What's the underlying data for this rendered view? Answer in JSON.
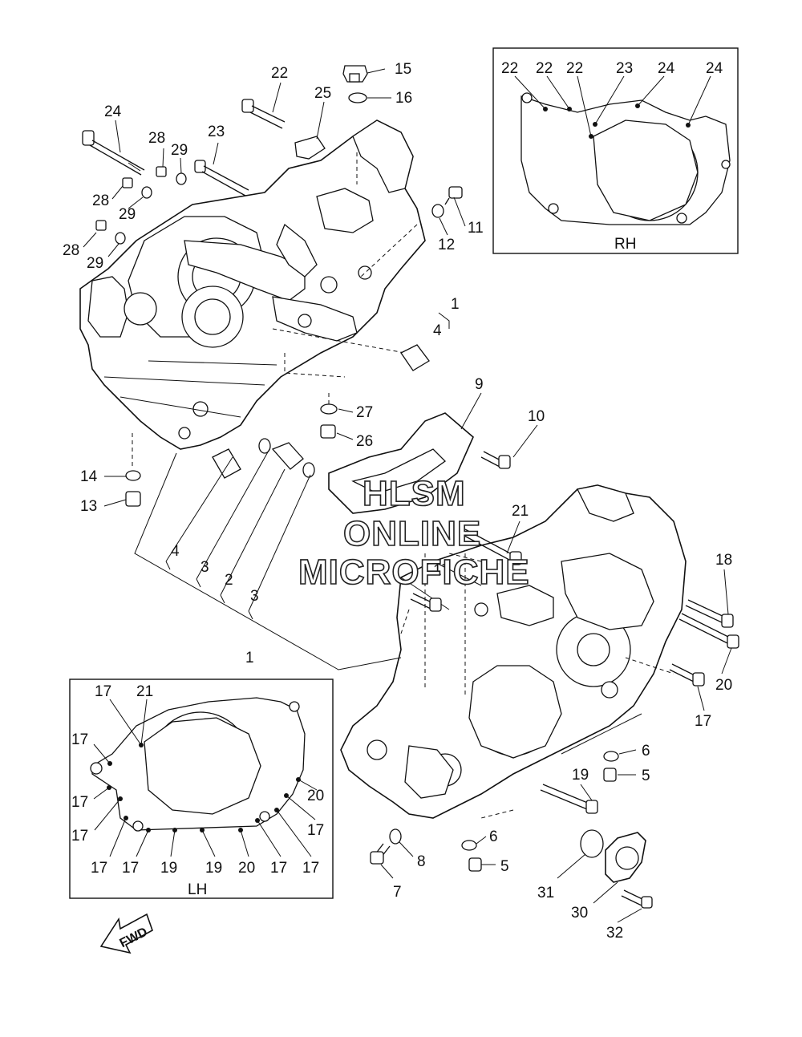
{
  "watermark": {
    "line1": "HLSM",
    "line2": "ONLINE",
    "line3": "MICROFICHE"
  },
  "insets": {
    "rh_label": "RH",
    "lh_label": "LH"
  },
  "fwd_label": "FWD",
  "callouts": {
    "c1a": "1",
    "c1b": "1",
    "c2": "2",
    "c3a": "3",
    "c3b": "3",
    "c4a": "4",
    "c4b": "4",
    "c5a": "5",
    "c5b": "5",
    "c6a": "6",
    "c6b": "6",
    "c7": "7",
    "c8": "8",
    "c9": "9",
    "c10": "10",
    "c11": "11",
    "c12": "12",
    "c13": "13",
    "c14": "14",
    "c15": "15",
    "c16": "16",
    "c17a": "17",
    "c18": "18",
    "c19": "19",
    "c20": "20",
    "c21": "21",
    "c22": "22",
    "c23": "23",
    "c24": "24",
    "c25": "25",
    "c26": "26",
    "c27": "27",
    "c28a": "28",
    "c28b": "28",
    "c28c": "28",
    "c29a": "29",
    "c29b": "29",
    "c29c": "29",
    "c30": "30",
    "c31": "31",
    "c32": "32"
  },
  "rh_callouts": {
    "r22a": "22",
    "r22b": "22",
    "r22c": "22",
    "r23": "23",
    "r24a": "24",
    "r24b": "24"
  },
  "lh_callouts": {
    "l17a": "17",
    "l21": "21",
    "l17b": "17",
    "l17c": "17",
    "l17d": "17",
    "l20a": "20",
    "l17e": "17",
    "l17f": "17",
    "l19a": "19",
    "l19b": "19",
    "l20b": "20",
    "l17g": "17",
    "l17h": "17",
    "l17i": "17"
  }
}
